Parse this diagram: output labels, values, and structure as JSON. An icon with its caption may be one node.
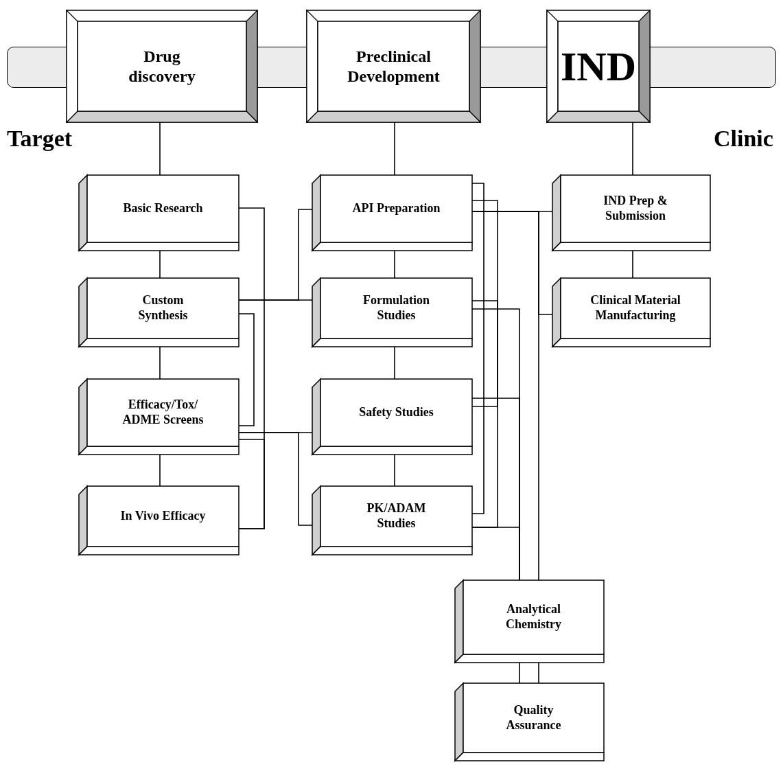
{
  "diagram": {
    "nodes": [
      {
        "text": [
          "Drug discovery"
        ]
      },
      {
        "text": [
          "Preclinical Development"
        ]
      },
      {
        "text": [
          "IND"
        ]
      },
      {
        "text": [
          "Basic Research"
        ]
      },
      {
        "text": [
          "Custom Synthesis"
        ]
      },
      {
        "text": [
          "Efficacy/Tox/ ADME Screens"
        ]
      },
      {
        "text": [
          "In Vivo Efficacy"
        ]
      },
      {
        "text": [
          "API Preparation"
        ]
      },
      {
        "text": [
          "Formulation Studies"
        ]
      },
      {
        "text": [
          "Safety Studies"
        ]
      },
      {
        "text": [
          "PK/ADAM Studies"
        ]
      },
      {
        "text": [
          "IND Prep & Submission"
        ]
      },
      {
        "text": [
          "Clinical Material Manufacturing"
        ]
      },
      {
        "text": [
          "Analytical Chemistry"
        ]
      },
      {
        "text": [
          "Quality Assurance"
        ]
      }
    ],
    "edges": [
      {
        "from": 0,
        "to": 3,
        "arrow": "none"
      },
      {
        "from": 1,
        "to": 7,
        "arrow": "none"
      },
      {
        "from": 2,
        "to": 11,
        "arrow": "none"
      },
      {
        "from": 3,
        "to": 4,
        "arrow": "none"
      },
      {
        "from": 4,
        "to": 5,
        "arrow": "none"
      },
      {
        "from": 5,
        "to": 6,
        "arrow": "none"
      },
      {
        "from": 7,
        "to": 8,
        "arrow": "none"
      },
      {
        "from": 8,
        "to": 9,
        "arrow": "none"
      },
      {
        "from": 9,
        "to": 10,
        "arrow": "none"
      },
      {
        "from": 11,
        "to": 12,
        "arrow": "none"
      },
      {
        "from": 3,
        "to": 6,
        "arrow": "none"
      },
      {
        "from": 4,
        "to": 5,
        "arrow": "none"
      },
      {
        "from": 4,
        "to": 8,
        "arrow": "none"
      },
      {
        "from": 4,
        "to": 7,
        "arrow": "none"
      },
      {
        "from": 5,
        "to": 9,
        "arrow": "none"
      },
      {
        "from": 5,
        "to": 10,
        "arrow": "none"
      },
      {
        "from": 5,
        "to": 6,
        "arrow": "none"
      },
      {
        "from": 7,
        "to": 11,
        "arrow": "none"
      },
      {
        "from": 7,
        "to": 12,
        "arrow": "none"
      },
      {
        "from": 7,
        "to": 13,
        "arrow": "none"
      },
      {
        "from": 8,
        "to": 13,
        "arrow": "none"
      },
      {
        "from": 9,
        "to": 13,
        "arrow": "none"
      },
      {
        "from": 10,
        "to": 13,
        "arrow": "none"
      },
      {
        "from": 7,
        "to": 10,
        "arrow": "none"
      },
      {
        "from": 7,
        "to": 9,
        "arrow": "none"
      },
      {
        "from": 8,
        "to": 10,
        "arrow": "none"
      },
      {
        "from": 13,
        "to": 14,
        "arrow": "none"
      }
    ],
    "labels": [
      "Target",
      "Clinic"
    ]
  }
}
